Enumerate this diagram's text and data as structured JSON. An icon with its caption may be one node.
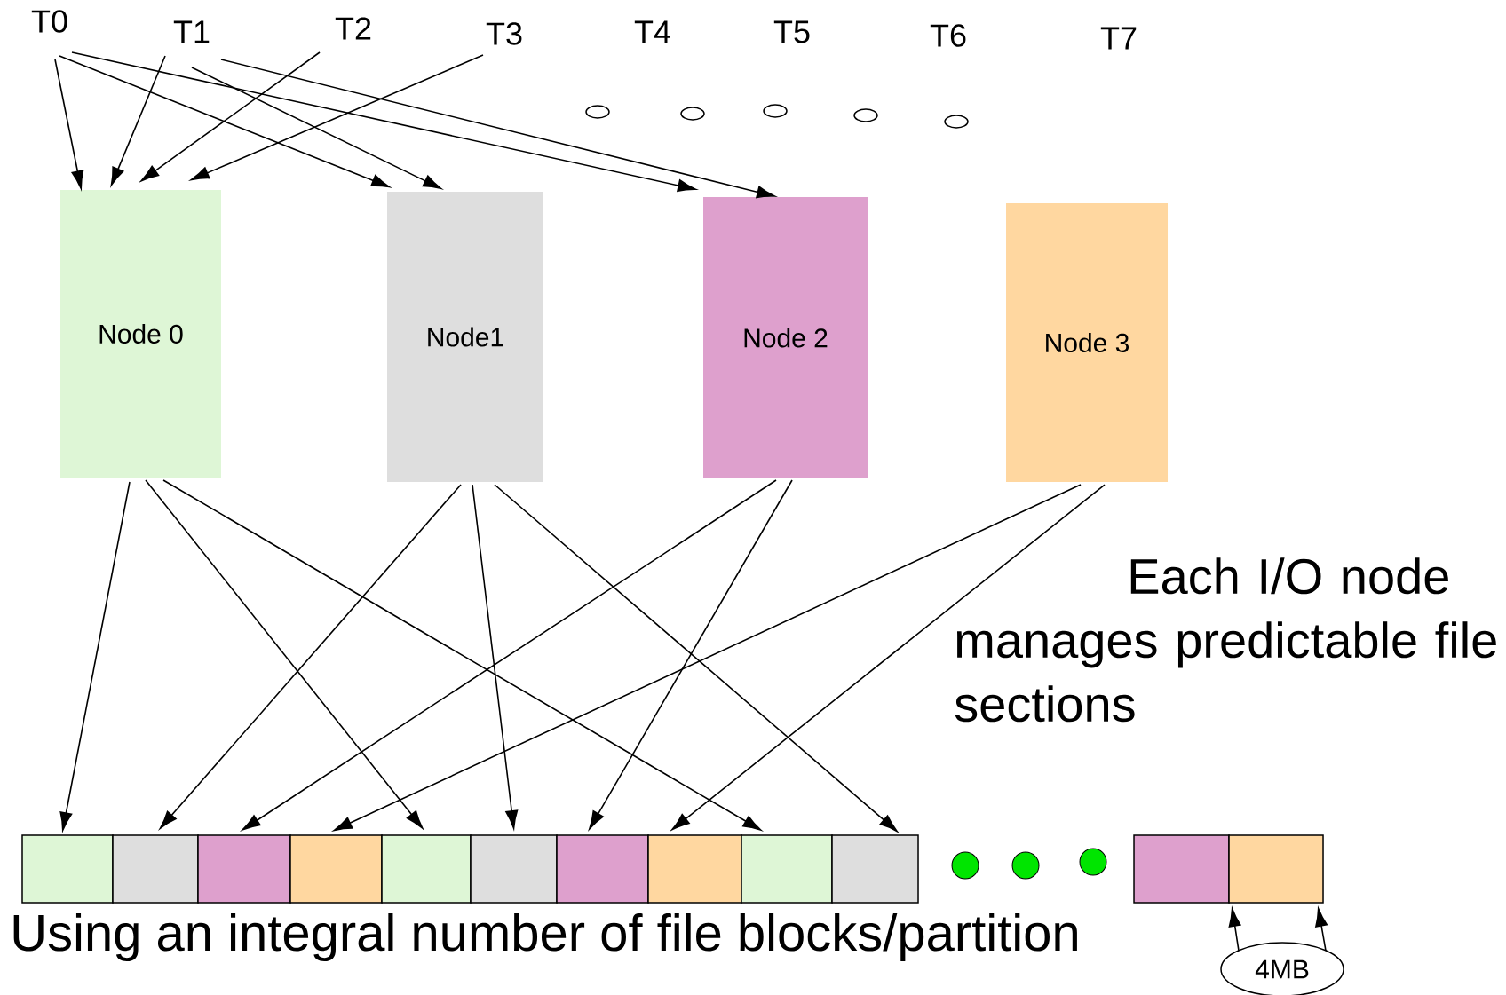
{
  "diagram": {
    "nodes": [
      {
        "text": [
          "T0"
        ]
      },
      {
        "text": [
          "T1"
        ]
      },
      {
        "text": [
          "T2"
        ]
      },
      {
        "text": [
          "T3"
        ]
      },
      {
        "text": [
          "Node 0"
        ]
      },
      {
        "text": [
          "Node1"
        ]
      },
      {
        "text": [
          "Node 2"
        ]
      },
      {
        "text": [
          "Node 3"
        ]
      },
      {
        "text": [],
        "shape": "box"
      },
      {
        "text": [],
        "shape": "box"
      },
      {
        "text": [],
        "shape": "box"
      },
      {
        "text": [],
        "shape": "box"
      },
      {
        "text": [],
        "shape": "box"
      },
      {
        "text": [],
        "shape": "box"
      },
      {
        "text": [],
        "shape": "box"
      },
      {
        "text": [],
        "shape": "box"
      },
      {
        "text": [],
        "shape": "box"
      },
      {
        "text": [],
        "shape": "box"
      },
      {
        "text": [],
        "shape": "box"
      },
      {
        "text": [],
        "shape": "box"
      },
      {
        "text": [
          "4MB"
        ]
      }
    ],
    "edges": [
      {
        "from": 0,
        "to": 4,
        "arrow": "to"
      },
      {
        "from": 0,
        "to": 5,
        "arrow": "to"
      },
      {
        "from": 0,
        "to": 6,
        "arrow": "to"
      },
      {
        "from": 1,
        "to": 4,
        "arrow": "to"
      },
      {
        "from": 1,
        "to": 5,
        "arrow": "to"
      },
      {
        "from": 1,
        "to": 6,
        "arrow": "to"
      },
      {
        "from": 2,
        "to": 4,
        "arrow": "to"
      },
      {
        "from": 3,
        "to": 4,
        "arrow": "to"
      },
      {
        "from": 4,
        "to": 8,
        "arrow": "to"
      },
      {
        "from": 4,
        "to": 12,
        "arrow": "to"
      },
      {
        "from": 4,
        "to": 16,
        "arrow": "to"
      },
      {
        "from": 5,
        "to": 9,
        "arrow": "to"
      },
      {
        "from": 5,
        "to": 13,
        "arrow": "to"
      },
      {
        "from": 5,
        "to": 17,
        "arrow": "to"
      },
      {
        "from": 6,
        "to": 10,
        "arrow": "to"
      },
      {
        "from": 6,
        "to": 14,
        "arrow": "to"
      },
      {
        "from": 7,
        "to": 11,
        "arrow": "to"
      },
      {
        "from": 7,
        "to": 15,
        "arrow": "to"
      },
      {
        "from": 20,
        "to": 19,
        "arrow": "to"
      },
      {
        "from": 20,
        "to": 19,
        "arrow": "to"
      }
    ],
    "labels": [
      "T4",
      "T5",
      "T6",
      "T7",
      "Each I/O node manages predictable file sections",
      "Using an integral number of file blocks/partition"
    ]
  }
}
